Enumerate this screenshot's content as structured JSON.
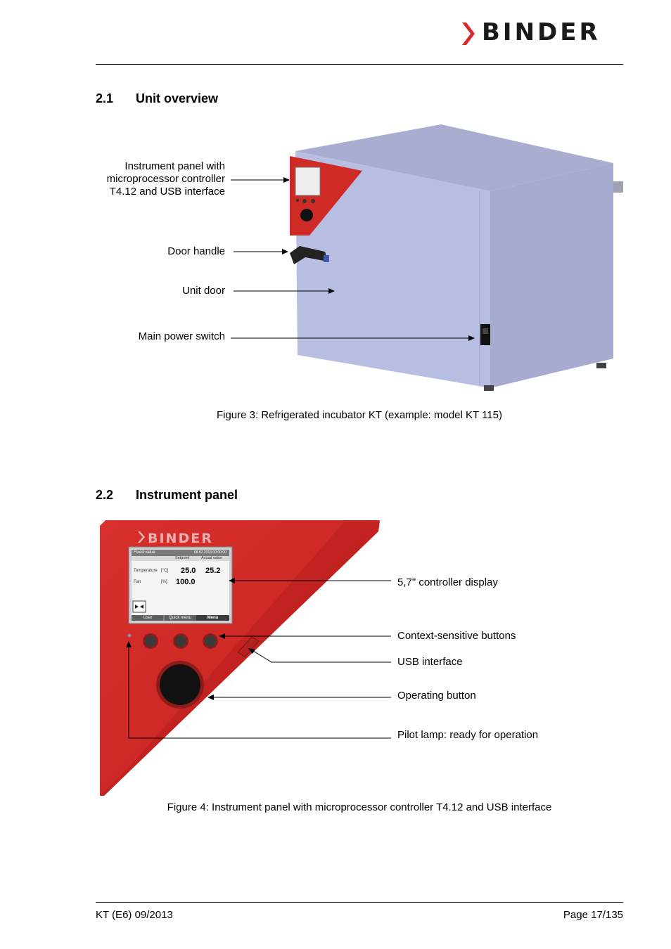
{
  "header": {
    "brand": "BINDER"
  },
  "sections": [
    {
      "number": "2.1",
      "title": "Unit overview"
    },
    {
      "number": "2.2",
      "title": "Instrument panel"
    }
  ],
  "figure3": {
    "labels": {
      "instrument_panel": "Instrument panel with\nmicroprocessor controller\nT4.12 and USB interface",
      "door_handle": "Door handle",
      "unit_door": "Unit door",
      "main_power_switch": "Main power switch"
    },
    "caption": "Figure 3: Refrigerated incubator KT (example: model KT 115)"
  },
  "figure4": {
    "labels": {
      "display": "5,7\" controller display",
      "context_buttons": "Context-sensitive buttons",
      "usb": "USB interface",
      "operating_button": "Operating button",
      "pilot_lamp": "Pilot lamp: ready for operation"
    },
    "screen": {
      "mode": "Fixed value",
      "datetime": "08.02.2013  00:00:00",
      "col_setpoint": "Setpoint",
      "col_actual": "Actual value",
      "rows": [
        {
          "name": "Temperature",
          "unit": "[°C]",
          "setpoint": "25.0",
          "actual": "25.2"
        },
        {
          "name": "Fan",
          "unit": "[%]",
          "setpoint": "100.0",
          "actual": ""
        }
      ],
      "softkeys": [
        "User",
        "Quick menu",
        "Menu"
      ]
    },
    "caption": "Figure 4: Instrument panel with microprocessor controller T4.12 and USB interface"
  },
  "footer": {
    "left": "KT (E6) 09/2013",
    "right": "Page 17/135"
  },
  "colors": {
    "brand_red": "#d42a2a",
    "cabinet": "#b3b9dc"
  }
}
